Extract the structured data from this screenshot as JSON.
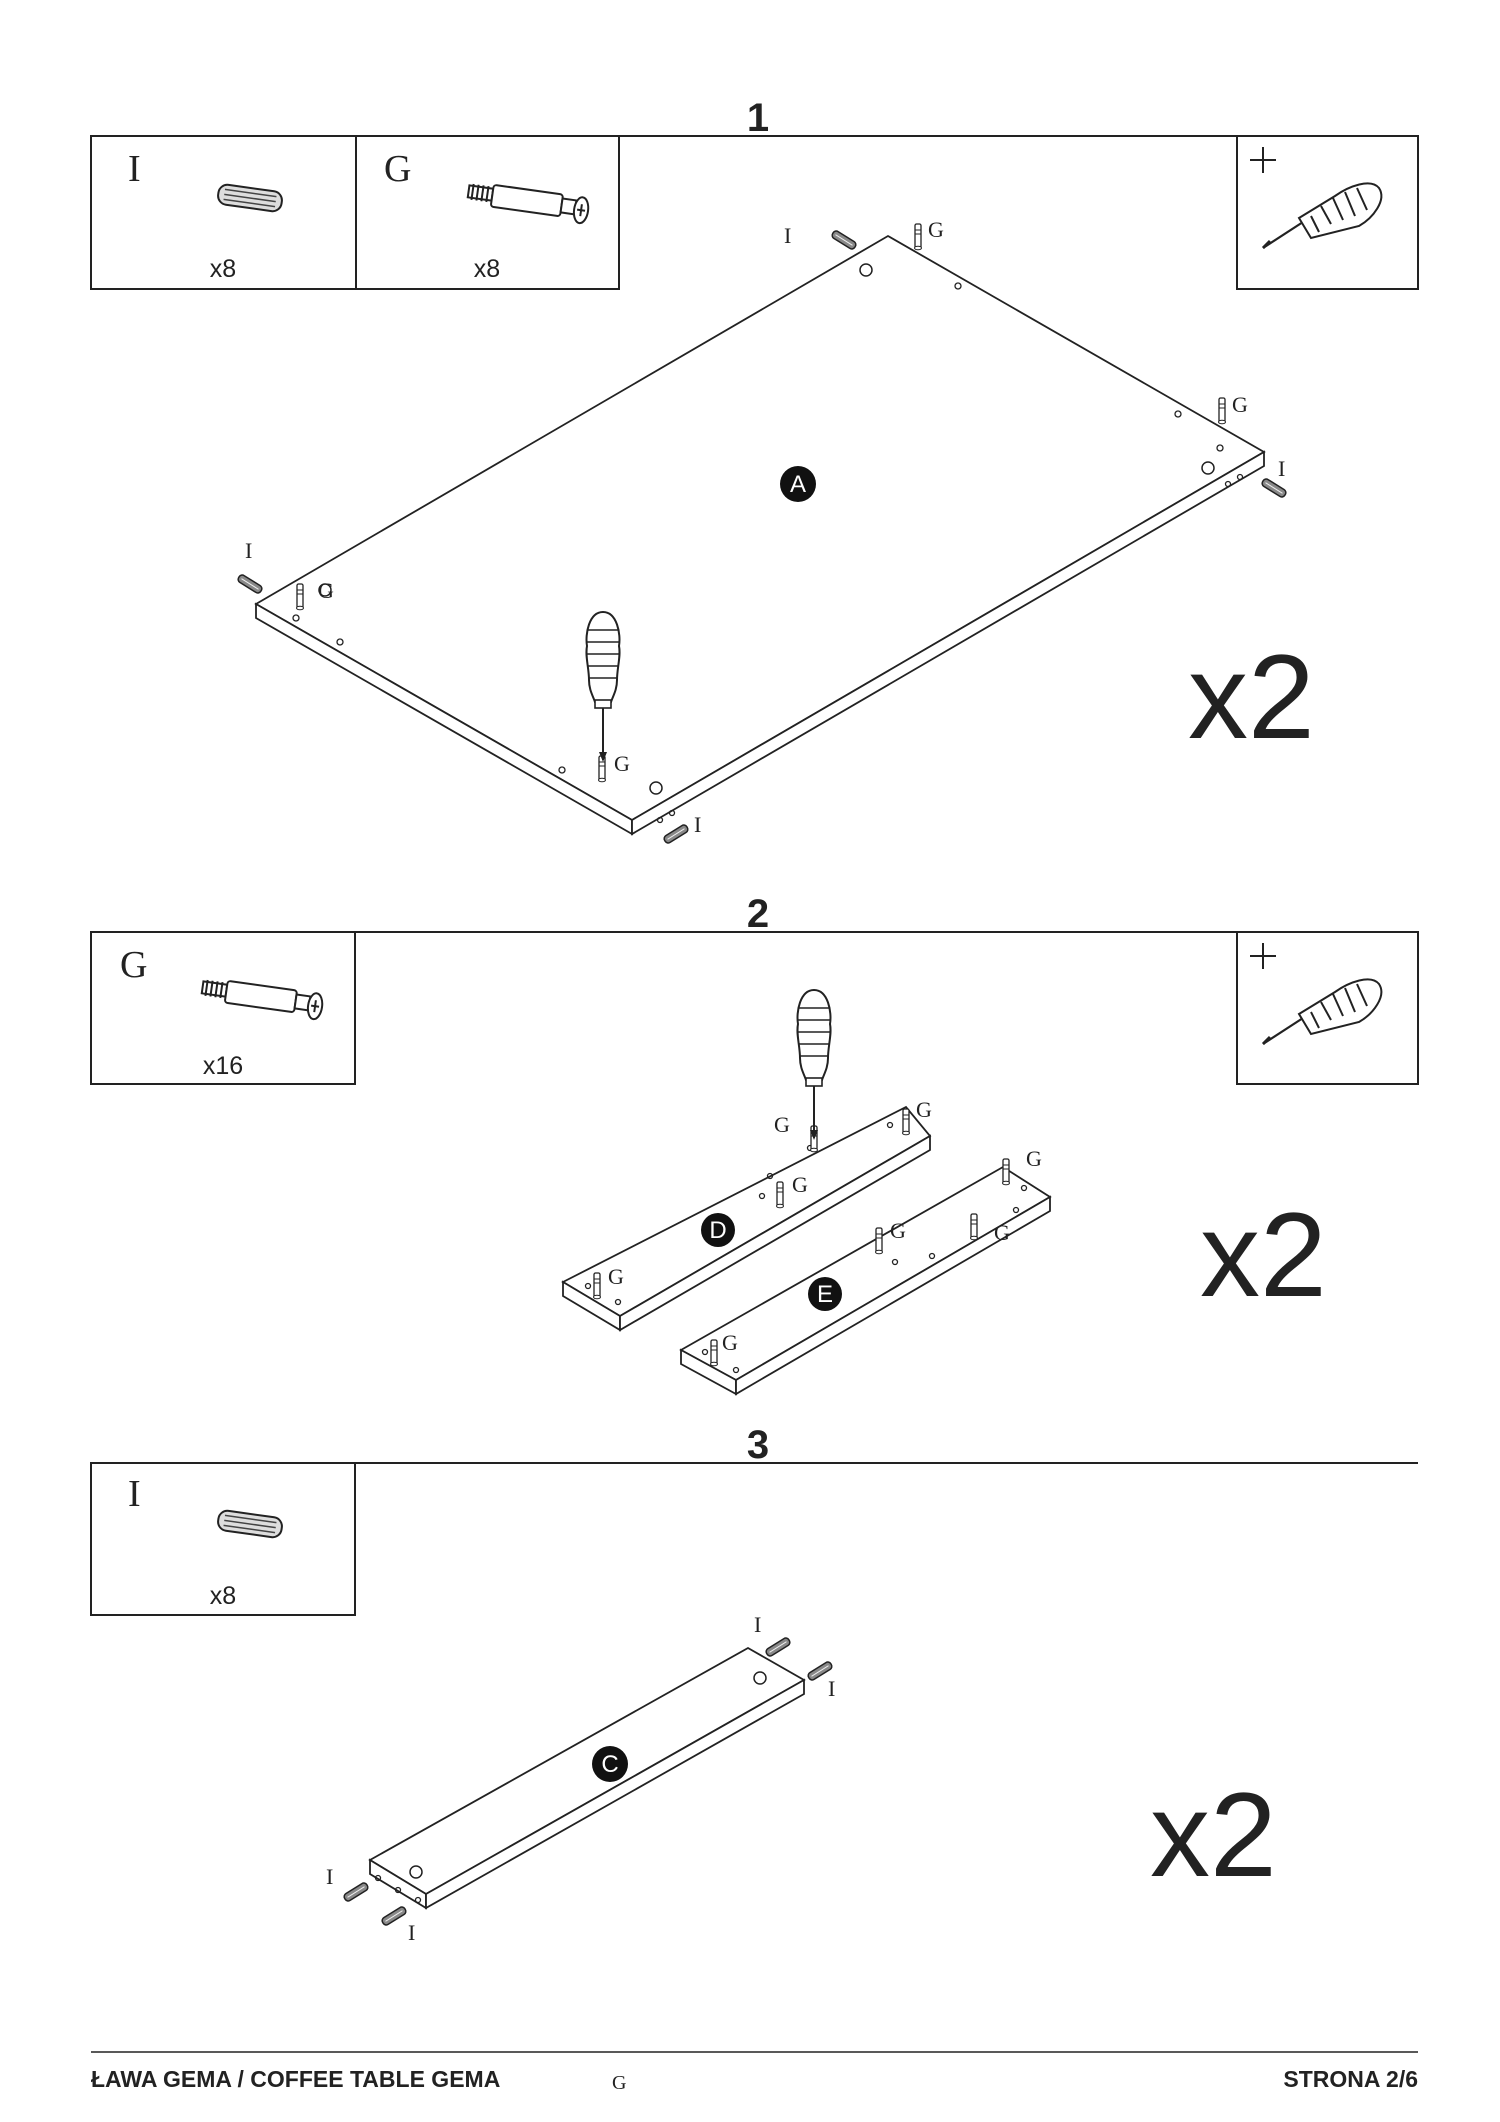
{
  "step1": {
    "number": "1",
    "parts": [
      {
        "letter": "I",
        "qty": "x8"
      },
      {
        "letter": "G",
        "qty": "x8"
      }
    ],
    "tool": "screwdriver-plus-icon",
    "panel_label": "A",
    "multiplier": "x2",
    "callouts": [
      "I",
      "G",
      "G",
      "I",
      "I",
      "G",
      "G",
      "I"
    ]
  },
  "step2": {
    "number": "2",
    "parts": [
      {
        "letter": "G",
        "qty": "x16"
      }
    ],
    "tool": "screwdriver-plus-icon",
    "panel_labels": [
      "D",
      "E"
    ],
    "multiplier": "x2",
    "callouts": [
      "G",
      "G",
      "G",
      "G",
      "G",
      "G",
      "G",
      "G"
    ]
  },
  "step3": {
    "number": "3",
    "parts": [
      {
        "letter": "I",
        "qty": "x8"
      }
    ],
    "panel_label": "C",
    "multiplier": "x2",
    "callouts": [
      "I",
      "I",
      "I",
      "I"
    ]
  },
  "footer": {
    "title": "ŁAWA GEMA / COFFEE TABLE GEMA",
    "mark": "G",
    "page": "STRONA 2/6"
  }
}
